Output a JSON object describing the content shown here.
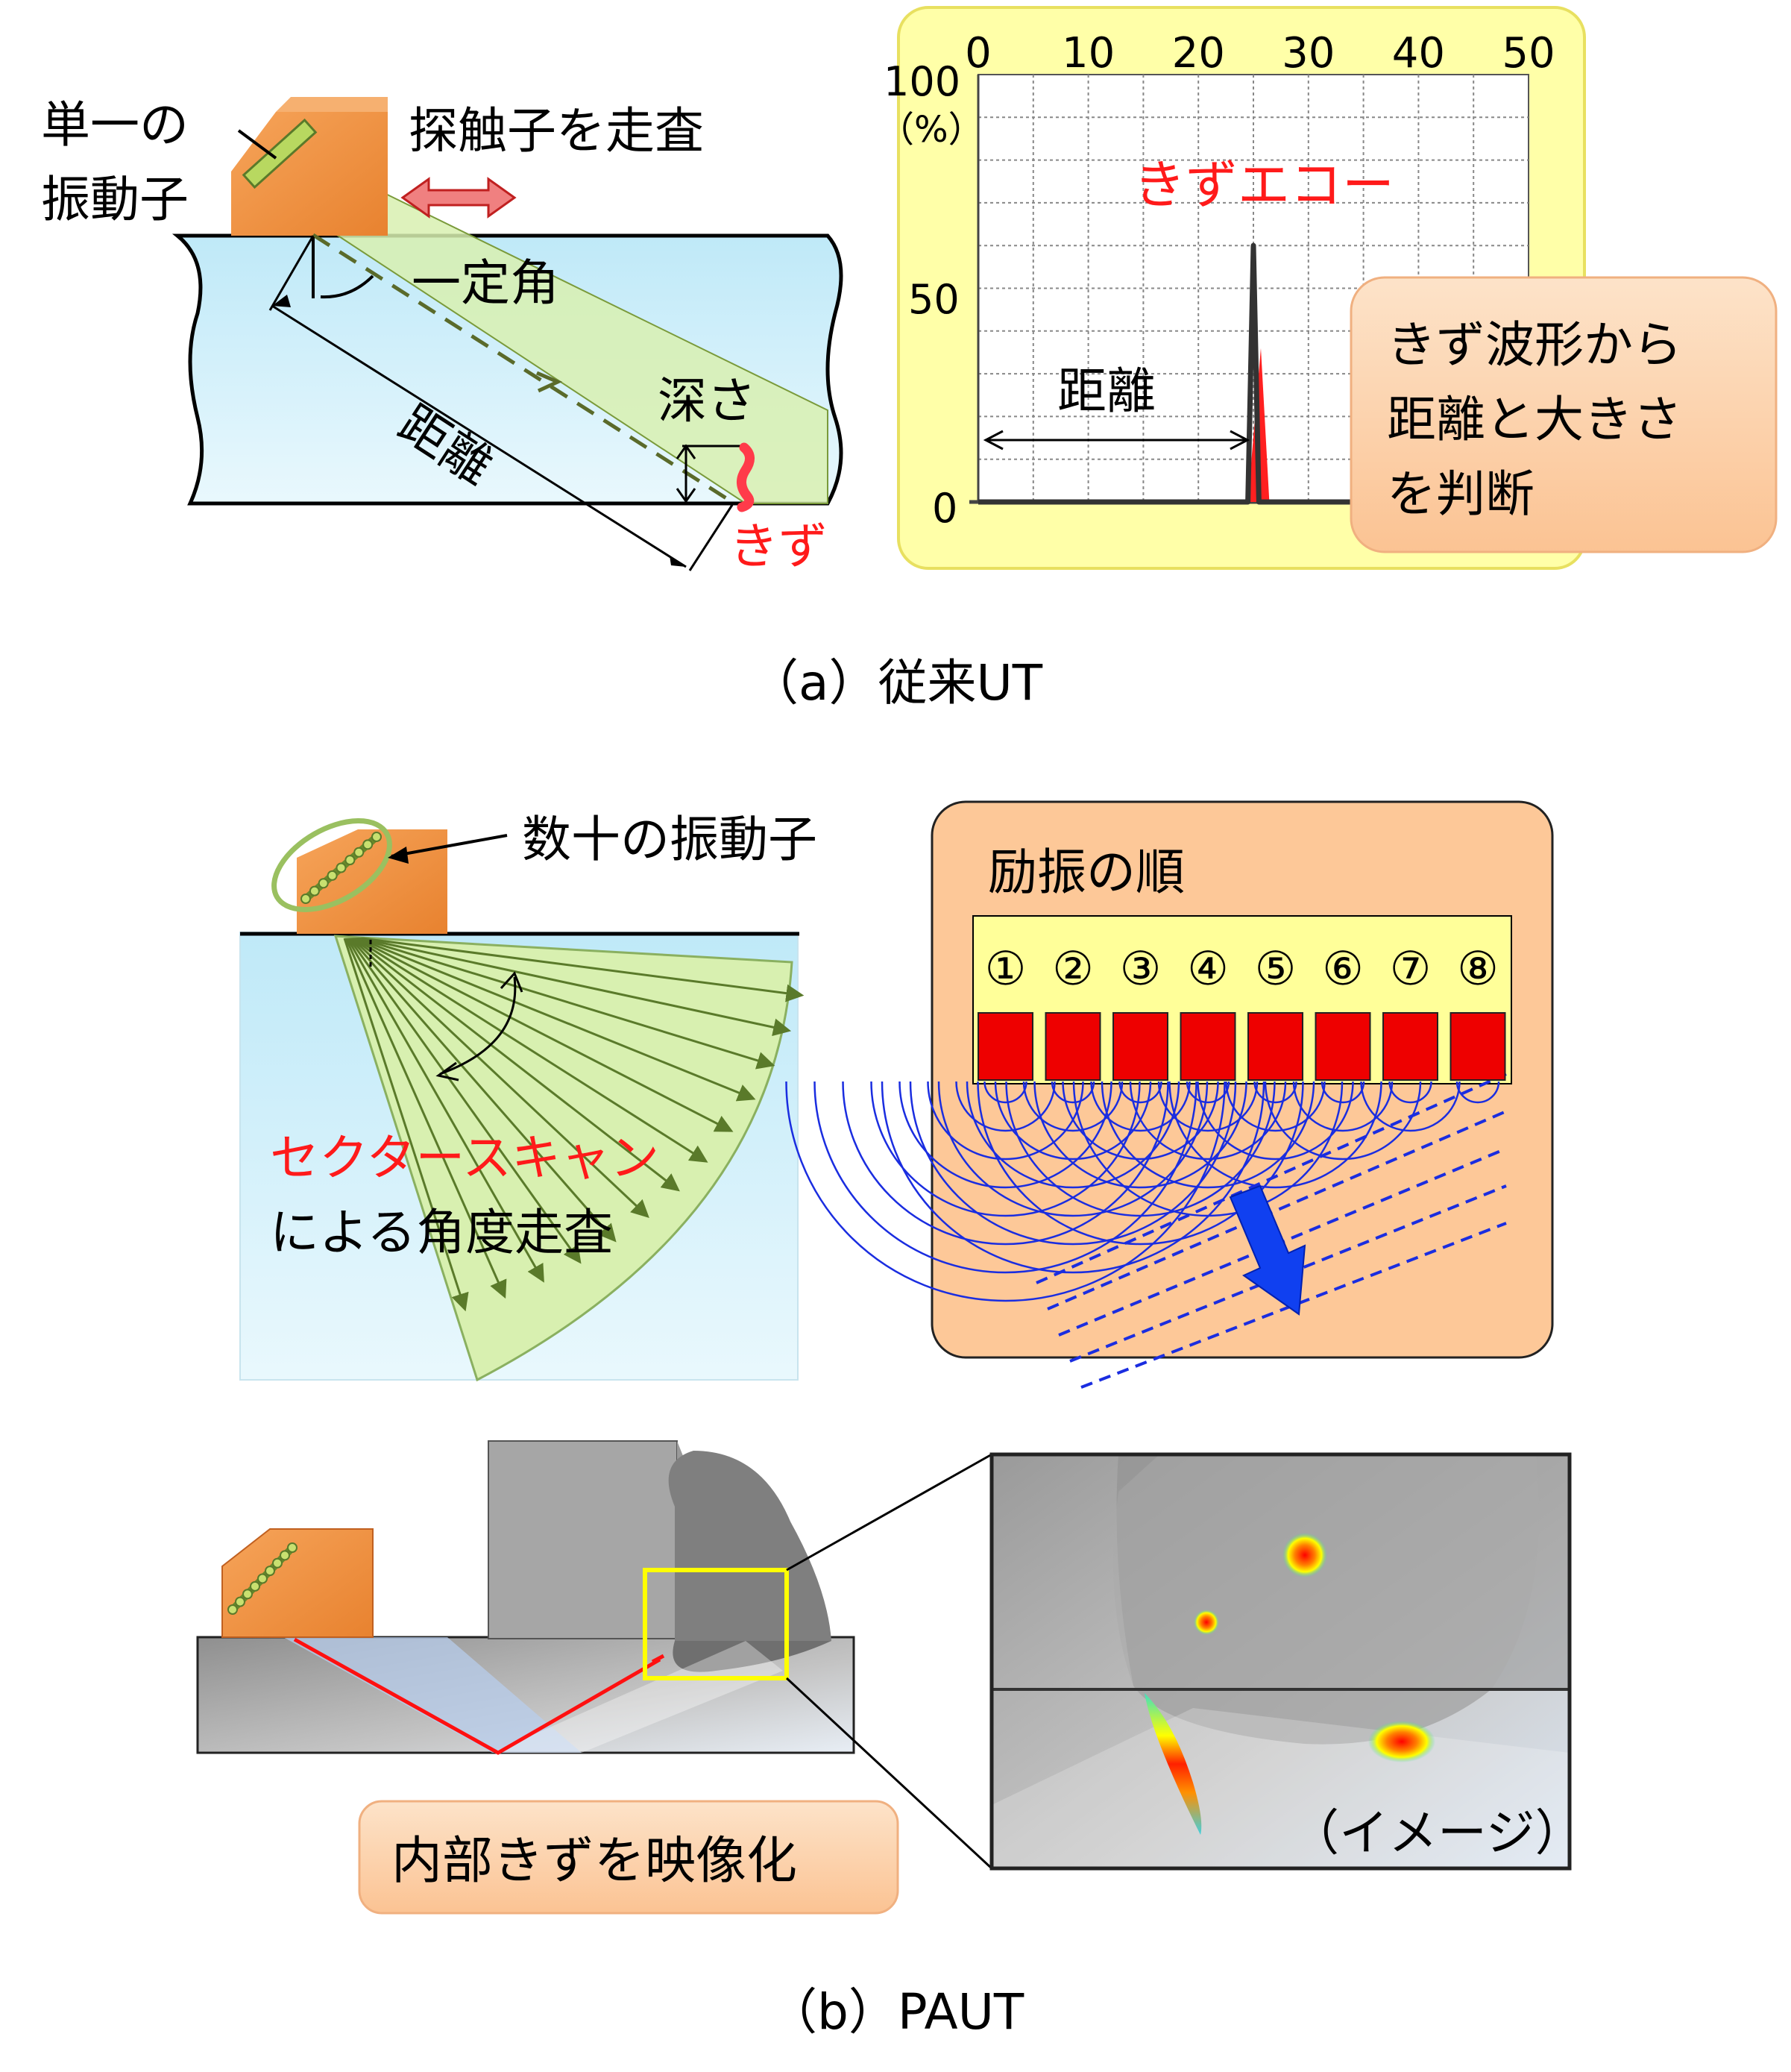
{
  "conventional": {
    "caption": "（a）従来UT",
    "single_element_line1": "単一の",
    "single_element_line2": "振動子",
    "scan_probe": "探触子を走査",
    "fixed_angle": "一定角",
    "depth": "深さ",
    "distance": "距離",
    "flaw": "きず",
    "chart": {
      "flaw_echo": "きずエコー",
      "distance": "距離",
      "y_unit_line1": "100",
      "y_unit_line2": "（%）",
      "y_tick_50": "50",
      "y_tick_0": "0"
    },
    "callout_line1": "きず波形から",
    "callout_line2": "距離と大きさ",
    "callout_line3": "を判断"
  },
  "chart_data": {
    "type": "line",
    "x_ticks": [
      "0",
      "10",
      "20",
      "30",
      "40",
      "50"
    ],
    "xlim": [
      0,
      50
    ],
    "ylim": [
      0,
      100
    ],
    "grid": true,
    "x": [
      0,
      24.5,
      25.0,
      25.5,
      27,
      50
    ],
    "y": [
      0,
      0,
      60,
      0,
      0,
      0
    ]
  },
  "paut": {
    "caption": "（b）PAUT",
    "tens_of_elements": "数十の振動子",
    "sector_scan_line1": "セクタースキャン",
    "sector_scan_line2": "による角度走査",
    "excitation_title": "励振の順",
    "element_numbers": [
      "①",
      "②",
      "③",
      "④",
      "⑤",
      "⑥",
      "⑦",
      "⑧"
    ],
    "imaging_label": "内部きずを映像化",
    "image_label": "（イメージ）"
  },
  "colors": {
    "probe": "#f0964a",
    "steel": "#d4f0fb",
    "beam": "#d8f0b0",
    "flaw_red": "#ff1a1a",
    "chart_bg": "#ffffa8",
    "callout_bg": "#fcd0a8",
    "excite_bg": "#fdc898",
    "wave_blue": "#1a2de0",
    "element_red": "#ee0000"
  }
}
